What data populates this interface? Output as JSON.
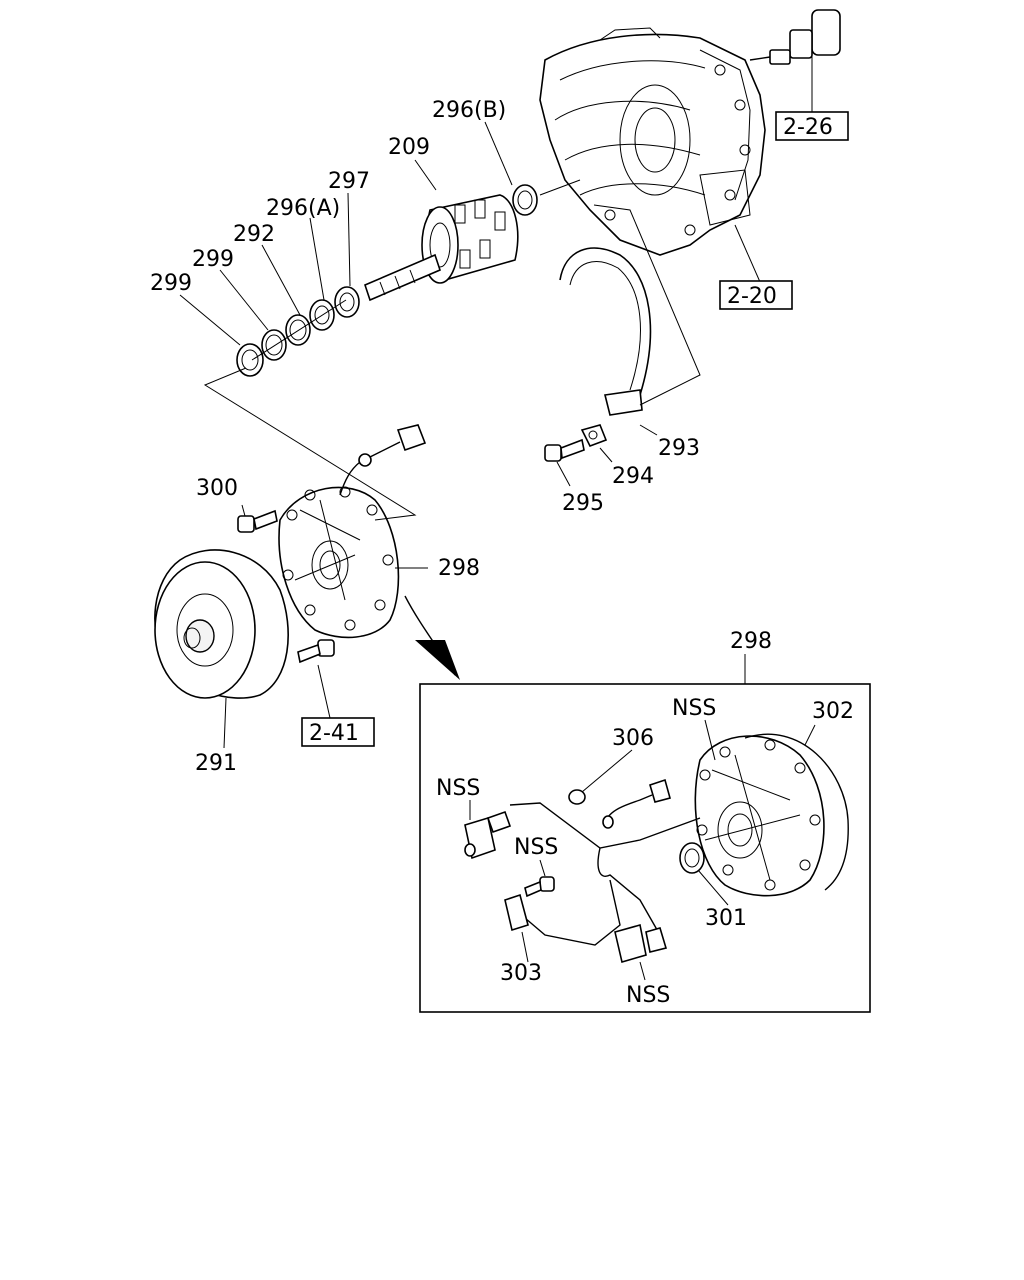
{
  "callouts": {
    "c209": "209",
    "c296b": "296(B)",
    "c297": "297",
    "c296a": "296(A)",
    "c292": "292",
    "c299a": "299",
    "c299b": "299",
    "c300": "300",
    "c298": "298",
    "c291": "291",
    "c293": "293",
    "c294": "294",
    "c295": "295",
    "c298_inset": "298",
    "c302": "302",
    "c306": "306",
    "c301": "301",
    "c303": "303",
    "nss1": "NSS",
    "nss2": "NSS",
    "nss3": "NSS",
    "nss4": "NSS"
  },
  "references": {
    "r226": "2-26",
    "r220": "2-20",
    "r241": "2-41"
  }
}
